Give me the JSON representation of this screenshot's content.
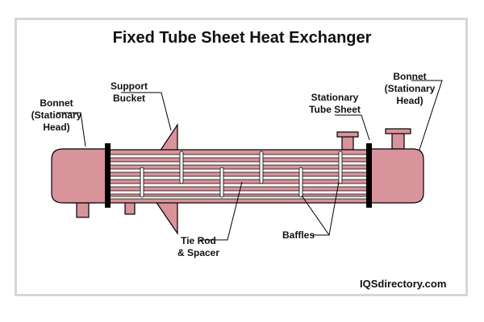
{
  "title": "Fixed Tube Sheet Heat Exchanger",
  "labels": {
    "bonnet_left": [
      "Bonnet",
      "(Stationary",
      "Head)"
    ],
    "support_bucket": [
      "Support",
      "Bucket"
    ],
    "stationary_tube_sheet": [
      "Stationary",
      "Tube Sheet"
    ],
    "bonnet_right": [
      "Bonnet",
      "(Stationary",
      "Head)"
    ],
    "tie_rod": [
      "Tie Rod",
      "& Spacer"
    ],
    "baffles": [
      "Baffles"
    ]
  },
  "credit": "IQSdirectory.com",
  "colors": {
    "shell_fill": "#d9939a",
    "outline": "#000000",
    "tube_fill": "#ffffff",
    "tube_sheet": "#000000",
    "frame": "#d6d6d6"
  }
}
